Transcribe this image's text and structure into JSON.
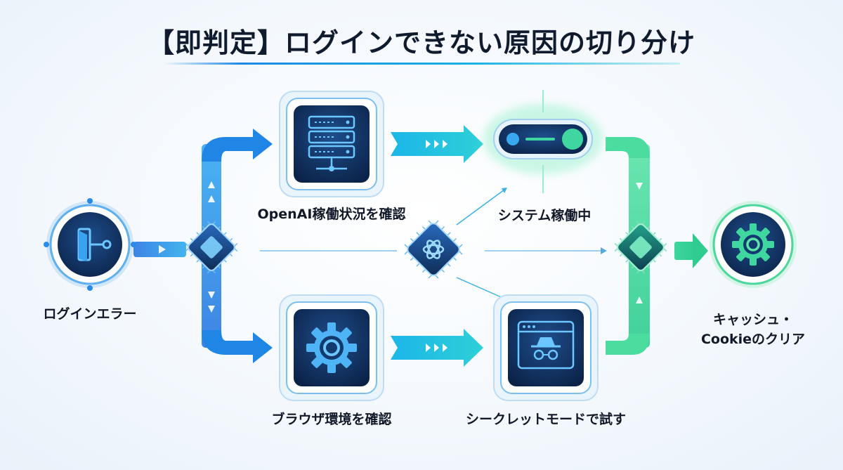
{
  "title": "【即判定】ログインできない原因の切り分け",
  "nodes": {
    "start": {
      "label": "ログインエラー",
      "icon": "login-door-icon"
    },
    "status": {
      "label": "OpenAI稼働状況を確認",
      "icon": "server-icon"
    },
    "browser": {
      "label": "ブラウザ環境を確認",
      "icon": "gear-icon"
    },
    "system": {
      "label": "システム稼働中",
      "icon": "toggle-icon"
    },
    "incognito": {
      "label": "シークレットモードで試す",
      "icon": "incognito-icon"
    },
    "end": {
      "label_line1": "キャッシュ・",
      "label_line2": "Cookieのクリア",
      "icon": "gear-icon"
    }
  },
  "hubs": {
    "center": {
      "icon": "openai-logo-icon"
    }
  },
  "colors": {
    "blue": "#1e88e5",
    "cyan": "#19b3e0",
    "green": "#2ecc8f",
    "navy": "#0d2b55"
  }
}
